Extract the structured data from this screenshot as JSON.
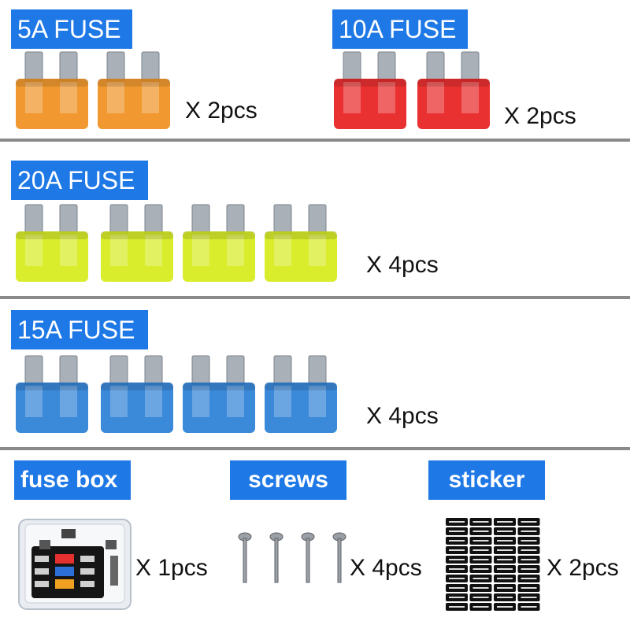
{
  "sections": {
    "fuse_5a": {
      "label": "5A FUSE",
      "qty": "X 2pcs",
      "color": "#f0901e"
    },
    "fuse_10a": {
      "label": "10A FUSE",
      "qty": "X 2pcs",
      "color": "#e82020"
    },
    "fuse_20a": {
      "label": "20A FUSE",
      "qty": "X 4pcs",
      "color": "#d6ec1a"
    },
    "fuse_15a": {
      "label": "15A FUSE",
      "qty": "X 4pcs",
      "color": "#2a7fd6"
    },
    "fuse_box": {
      "label": "fuse box",
      "qty": "X 1pcs"
    },
    "screws": {
      "label": "screws",
      "qty": "X 4pcs"
    },
    "sticker": {
      "label": "sticker",
      "qty": "X 2pcs"
    }
  },
  "colors": {
    "label_bg": "#1e78e6",
    "divider": "#8a8a8a"
  }
}
